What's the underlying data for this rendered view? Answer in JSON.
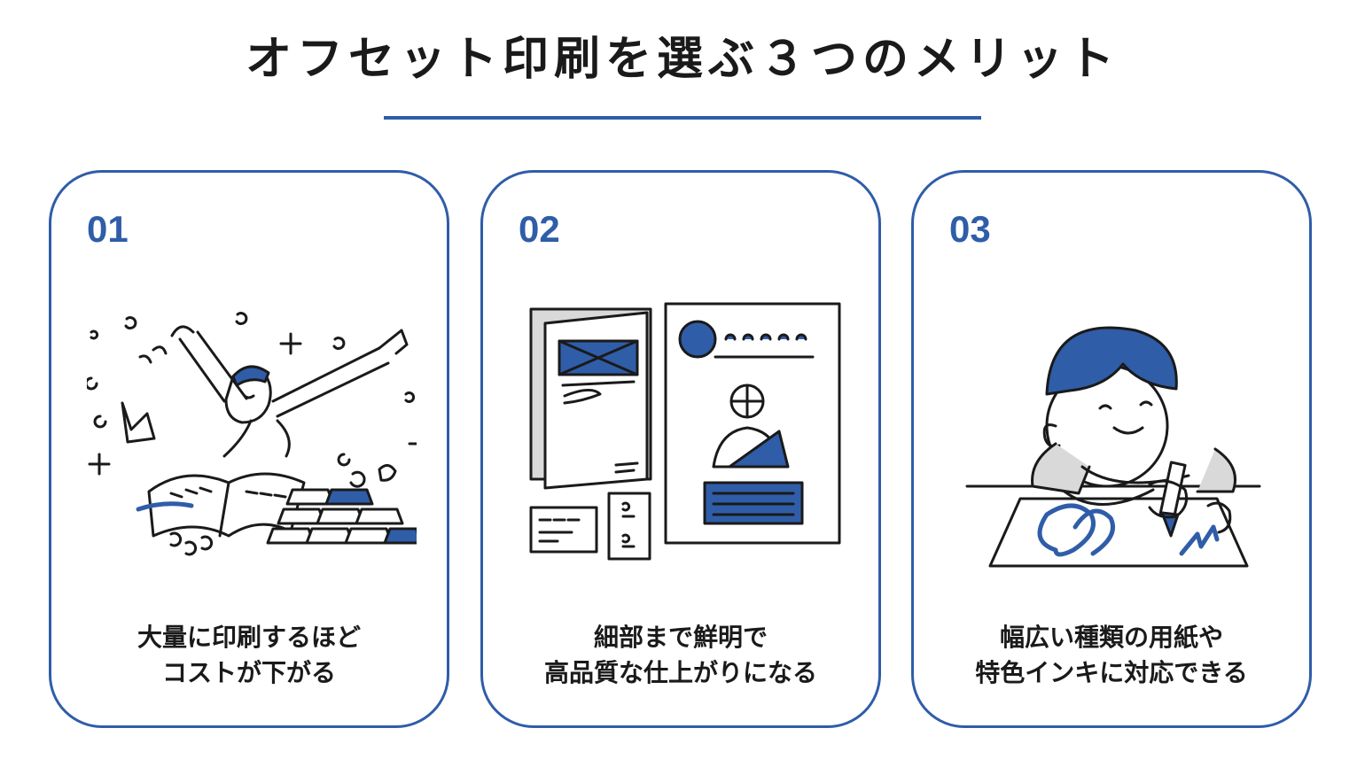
{
  "title": "オフセット印刷を選ぶ３つのメリット",
  "colors": {
    "accent": "#2f5da8",
    "text": "#1a1a1a",
    "gray": "#d6d6d6"
  },
  "cards": [
    {
      "number": "01",
      "icon": "celebrating-person-with-books-and-coins-illustration",
      "caption_line1": "大量に印刷するほど",
      "caption_line2": "コストが下がる"
    },
    {
      "number": "02",
      "icon": "printed-documents-illustration",
      "caption_line1": "細部まで鮮明で",
      "caption_line2": "高品質な仕上がりになる"
    },
    {
      "number": "03",
      "icon": "child-drawing-illustration",
      "caption_line1": "幅広い種類の用紙や",
      "caption_line2": "特色インキに対応できる"
    }
  ]
}
